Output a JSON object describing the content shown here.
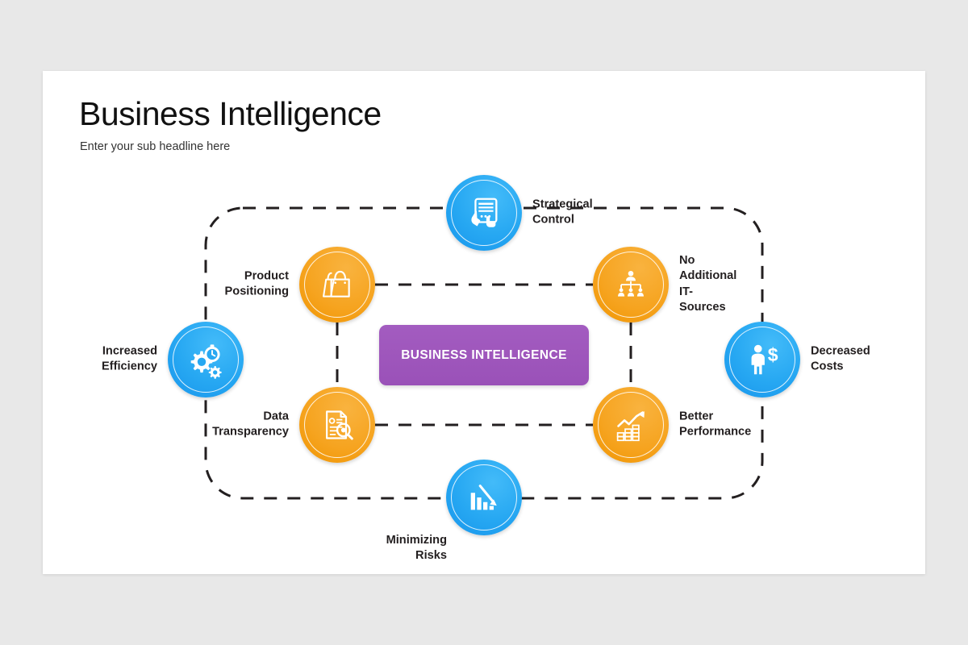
{
  "slide": {
    "title": "Business Intelligence",
    "subtitle": "Enter your sub headline here",
    "background_color": "#e8e8e8",
    "card_color": "#ffffff"
  },
  "center": {
    "label": "BUSINESS INTELLIGENCE",
    "color": "#9e55bc",
    "text_color": "#ffffff"
  },
  "colors": {
    "blue": "#27a8f2",
    "orange": "#f6a420",
    "purple": "#9e55bc",
    "connector": "#231f20",
    "text": "#231f20"
  },
  "nodes": [
    {
      "id": "strategical-control",
      "label": "Strategical Control",
      "icon": "tablet-document-icon",
      "color": "blue",
      "label_position": "right"
    },
    {
      "id": "product-positioning",
      "label": "Product\nPositioning",
      "icon": "shopping-bag-icon",
      "color": "orange",
      "label_position": "left"
    },
    {
      "id": "no-additional-it-sources",
      "label": "No\nAdditional\nIT-Sources",
      "icon": "org-chart-icon",
      "color": "orange",
      "label_position": "right"
    },
    {
      "id": "increased-efficiency",
      "label": "Increased\nEfficiency",
      "icon": "gear-stopwatch-icon",
      "color": "blue",
      "label_position": "left"
    },
    {
      "id": "decreased-costs",
      "label": "Decreased\nCosts",
      "icon": "person-dollar-icon",
      "color": "blue",
      "label_position": "right"
    },
    {
      "id": "data-transparency",
      "label": "Data\nTransparency",
      "icon": "document-search-icon",
      "color": "orange",
      "label_position": "left"
    },
    {
      "id": "better-performance",
      "label": "Better\nPerformance",
      "icon": "growth-chart-coins-icon",
      "color": "orange",
      "label_position": "right"
    },
    {
      "id": "minimizing-risks",
      "label": "Minimizing Risks",
      "icon": "declining-bar-chart-icon",
      "color": "blue",
      "label_position": "below-left"
    }
  ]
}
